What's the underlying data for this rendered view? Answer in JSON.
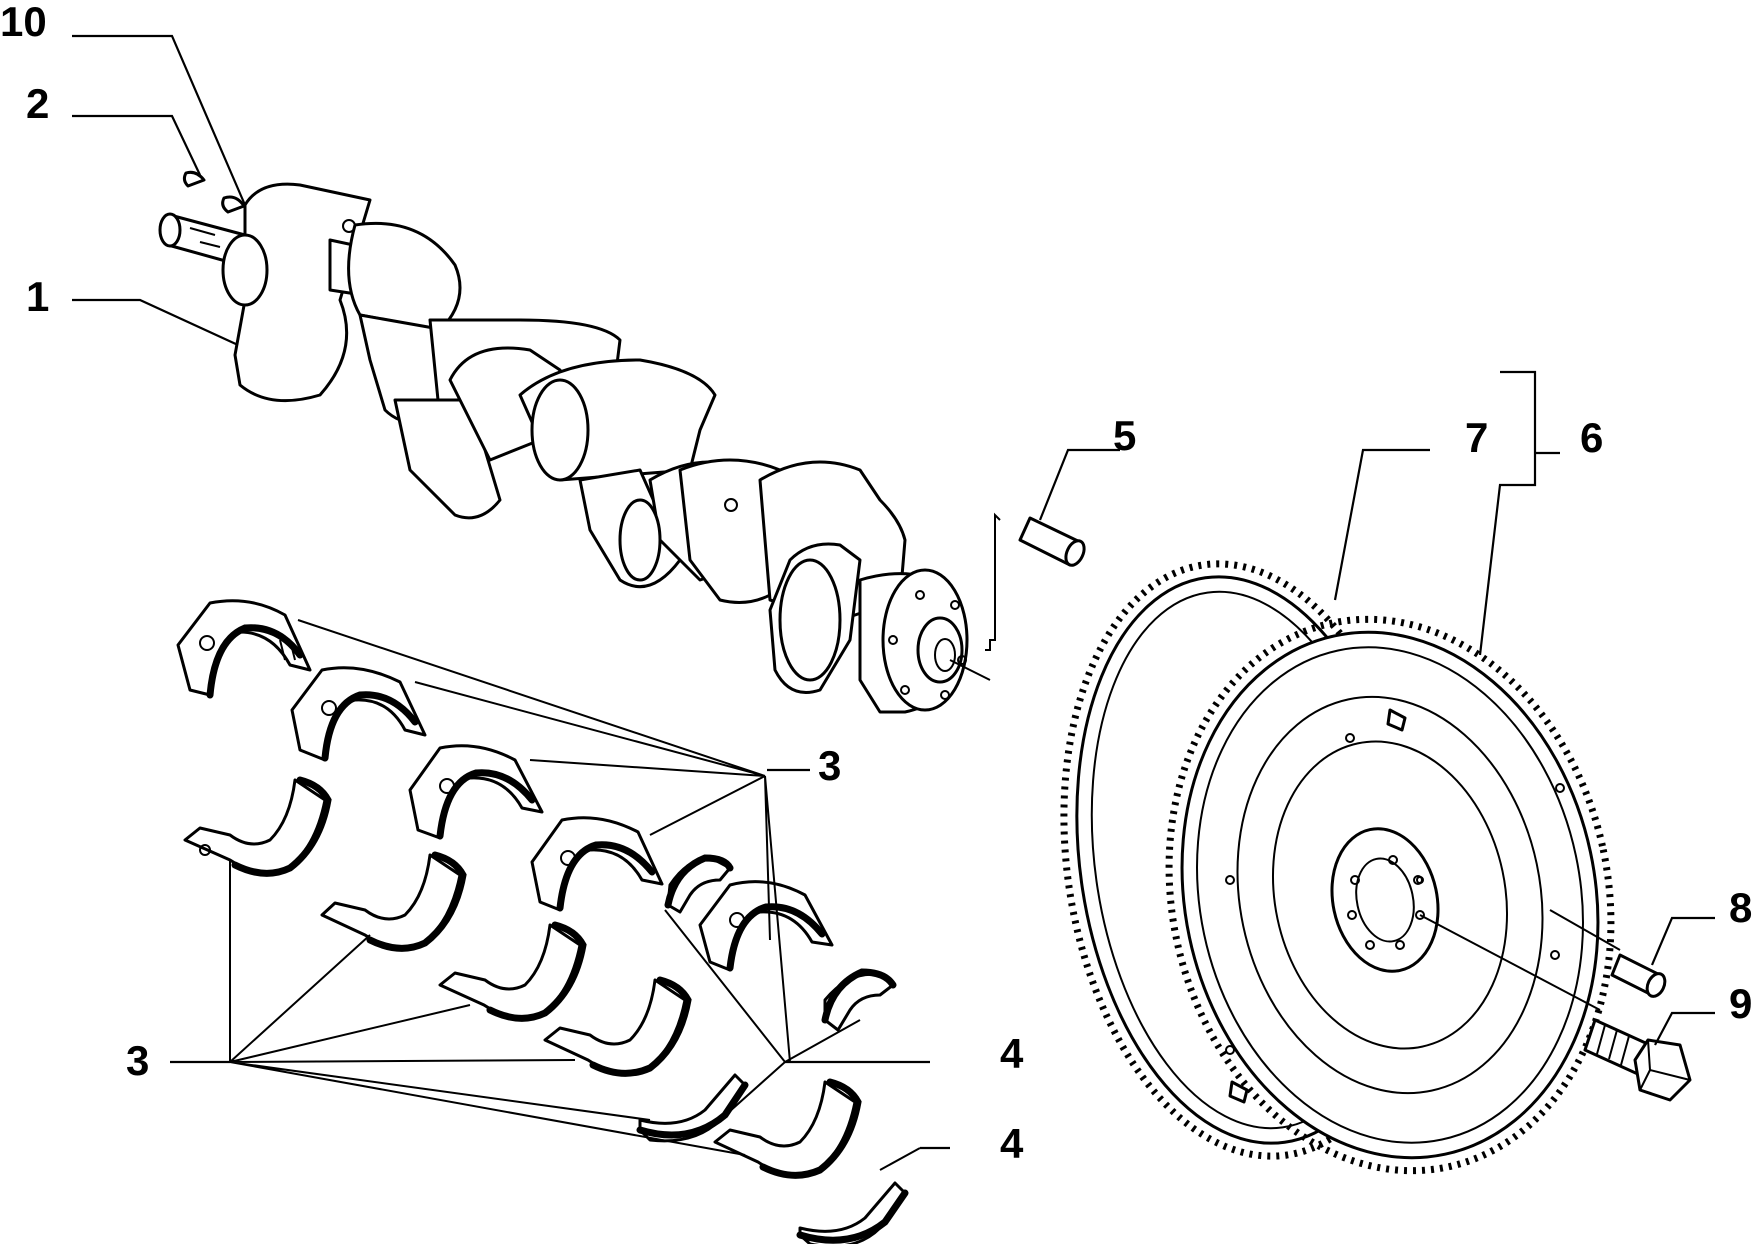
{
  "callouts": [
    {
      "id": "10",
      "label": "10"
    },
    {
      "id": "2",
      "label": "2"
    },
    {
      "id": "1",
      "label": "1"
    },
    {
      "id": "5",
      "label": "5"
    },
    {
      "id": "7",
      "label": "7"
    },
    {
      "id": "6",
      "label": "6"
    },
    {
      "id": "3a",
      "label": "3"
    },
    {
      "id": "3b",
      "label": "3"
    },
    {
      "id": "4a",
      "label": "4"
    },
    {
      "id": "4b",
      "label": "4"
    },
    {
      "id": "8",
      "label": "8"
    },
    {
      "id": "9",
      "label": "9"
    }
  ],
  "colors": {
    "line": "#000000",
    "background": "#ffffff"
  }
}
